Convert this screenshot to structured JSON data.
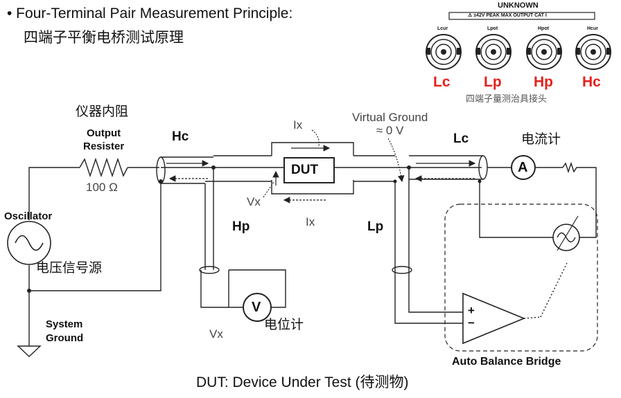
{
  "header": {
    "title": "• Four-Terminal Pair Measurement Principle:",
    "subtitle": "四端子平衡电桥测试原理"
  },
  "fixture": {
    "panel_title": "UNKNOWN",
    "panel_warning": "⚠ ±42V PEAK MAX OUTPUT CAT I",
    "small_labels": [
      "Lcur",
      "Lpot",
      "Hpot",
      "Hcur"
    ],
    "terminal_labels": [
      "Lc",
      "Lp",
      "Hp",
      "Hc"
    ],
    "caption": "四端子量测治具接头",
    "colors": {
      "terminal_label": "#e8201c"
    }
  },
  "circuit": {
    "internal_resistance_label": "仪器内阻",
    "output_resister": "Output\nResister",
    "resistor_value": "100 Ω",
    "oscillator": "Oscillator",
    "signal_source": "电压信号源",
    "system_ground": "System\nGround",
    "hc": "Hc",
    "hp": "Hp",
    "lc": "Lc",
    "lp": "Lp",
    "dut": "DUT",
    "ix_top": "Ix",
    "ix_bottom": "Ix",
    "vx_top": "Vx",
    "vx_bottom": "Vx",
    "virtual_ground": "Virtual Ground\n≈ 0 V",
    "ammeter_label": "电流计",
    "ammeter_symbol": "A",
    "voltmeter_label": "电位计",
    "voltmeter_symbol": "V",
    "plus": "+",
    "minus": "−",
    "auto_balance": "Auto Balance Bridge"
  },
  "footer": {
    "text": "DUT: Device Under Test (待测物)"
  }
}
